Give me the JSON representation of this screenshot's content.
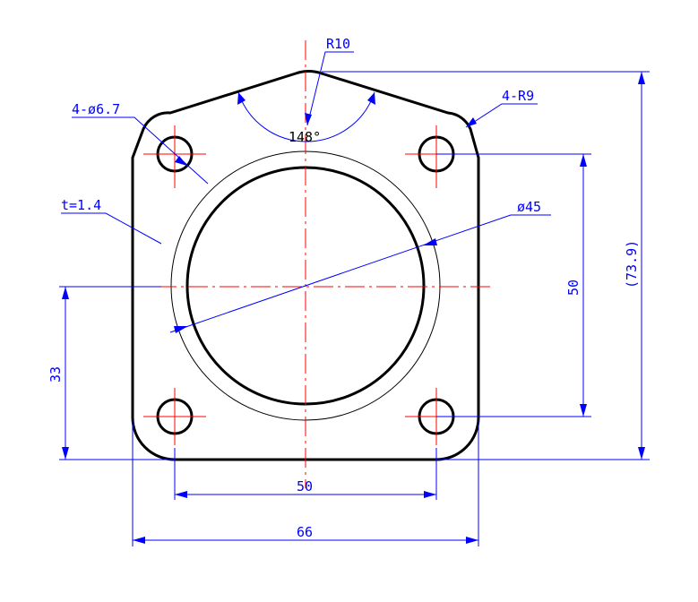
{
  "drawing": {
    "colors": {
      "outline": "#000000",
      "centerline": "#ff0000",
      "dimension": "#0000ff",
      "background": "#ffffff"
    },
    "labels": {
      "radius_top": "R10",
      "angle": "148°",
      "holes": "4-ø6.7",
      "corner_radius": "4-R9",
      "thickness": "t=1.4",
      "bore_diameter": "ø45",
      "hole_spacing_vertical": "50",
      "overall_height": "(73.9)",
      "center_height": "33",
      "hole_spacing_horizontal": "50",
      "overall_width": "66"
    }
  }
}
